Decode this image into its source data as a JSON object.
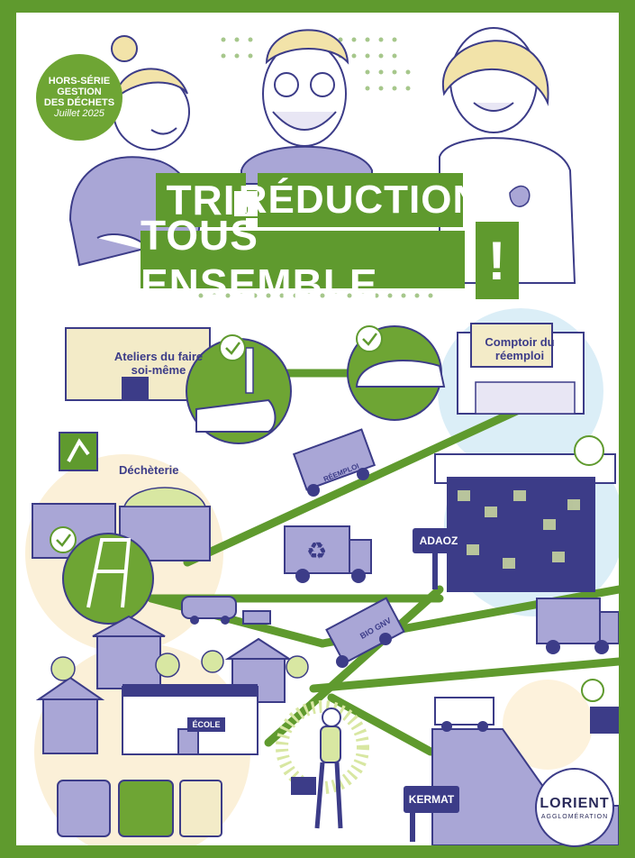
{
  "badge": {
    "line1": "HORS-SÉRIE",
    "line2": "GESTION",
    "line3": "DES DÉCHETS",
    "line4": "Juillet 2025"
  },
  "title": {
    "part1": "TRI",
    "comma": ",",
    "part2": "RÉDUCTION",
    "part3": "TOUS ENSEMBLE",
    "exclaim": "!"
  },
  "places": {
    "atelier": "Ateliers du faire soi-même",
    "comptoir": "Comptoir du réemploi",
    "decheterie": "Déchèterie",
    "adaoz": "ADAOZ",
    "kermat": "KERMAT",
    "ecole": "ÉCOLE"
  },
  "trucks": {
    "reemploi": "RÉEMPLOI",
    "biognv": "BIO GNV"
  },
  "logo": {
    "main": "LORIENT",
    "sub": "AGGLOMÉRATION"
  },
  "colors": {
    "green": "#5f9a2e",
    "purple": "#3c3c88",
    "lavender": "#a9a6d6"
  }
}
